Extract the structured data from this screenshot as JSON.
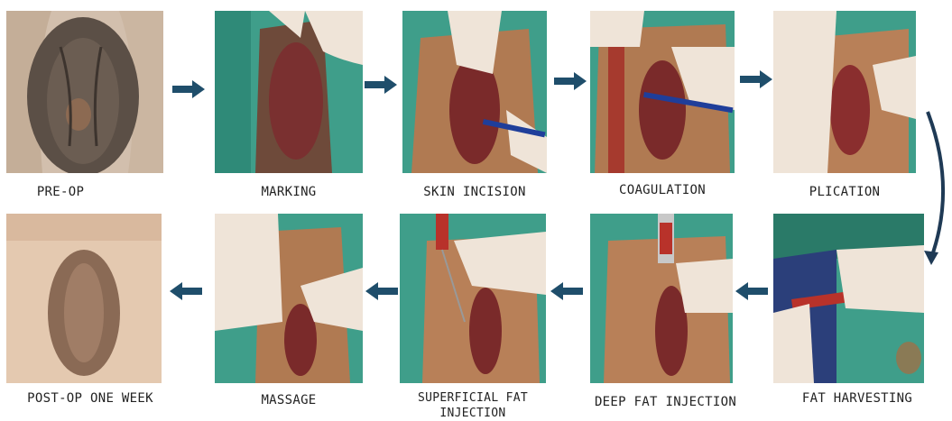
{
  "steps": {
    "preop": "PRE-OP",
    "marking": "MARKING",
    "skin_incision": "SKIN INCISION",
    "coagulation": "COAGULATION",
    "plication": "PLICATION",
    "fat_harvesting": "FAT HARVESTING",
    "deep_fat_injection": "DEEP FAT INJECTION",
    "superficial_fat_injection": "SUPERFICIAL FAT INJECTION",
    "massage": "MASSAGE",
    "postop": "POST-OP ONE WEEK"
  },
  "colors": {
    "arrow": "#1f4e6b",
    "drape": "#3f9e8a",
    "skin": "#c89064",
    "glove": "#efe4d8",
    "tissue": "#8e2a2a"
  }
}
